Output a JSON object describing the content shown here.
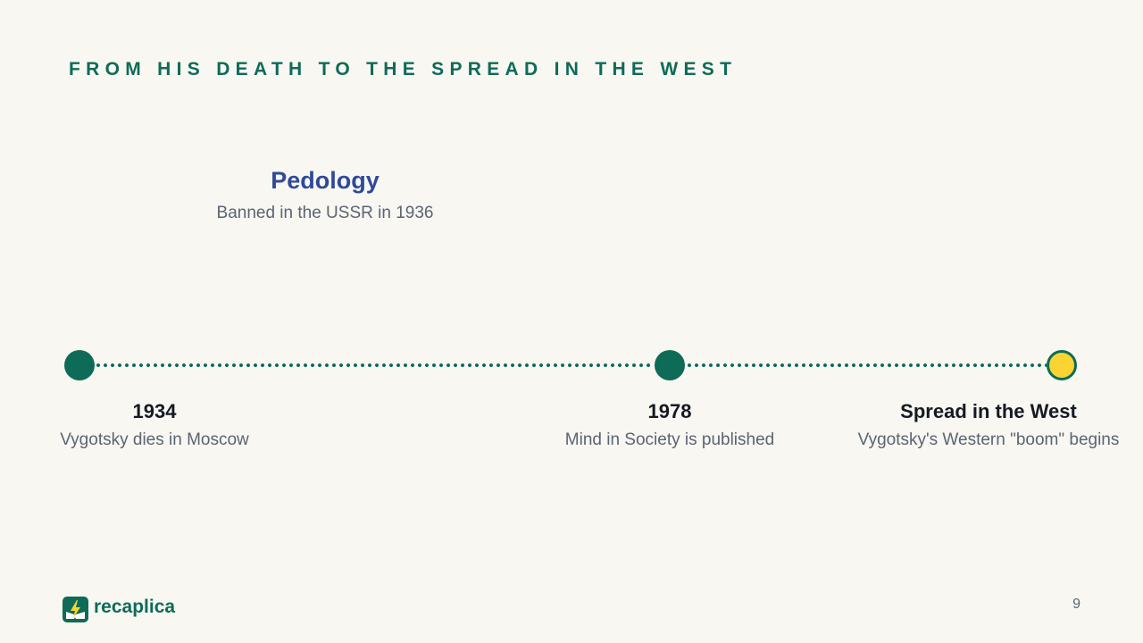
{
  "slide": {
    "title": "FROM HIS DEATH TO THE SPREAD IN THE WEST",
    "page_number": "9"
  },
  "callout": {
    "title": "Pedology",
    "subtitle": "Banned in the USSR in 1936"
  },
  "timeline": {
    "milestones": [
      {
        "label": "1934",
        "description": "Vygotsky dies in Moscow",
        "marker_color": "#0e6b58"
      },
      {
        "label": "1978",
        "description": "Mind in Society is published",
        "marker_color": "#0e6b58"
      },
      {
        "label": "Spread in the West",
        "description": "Vygotsky's Western \"boom\" begins",
        "marker_color": "#f9d432"
      }
    ]
  },
  "brand": {
    "name": "recaplica",
    "icon": "recaplica-logo-icon"
  },
  "colors": {
    "accent": "#0e6b58",
    "callout_title": "#2f4a9a",
    "highlight": "#f9d432",
    "background": "#f8f7f2"
  }
}
